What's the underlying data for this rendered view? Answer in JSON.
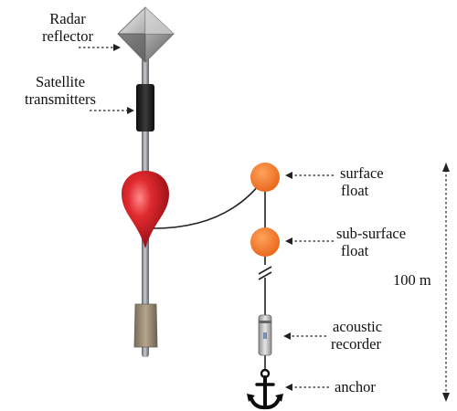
{
  "labels": {
    "radar_reflector": [
      "Radar",
      "reflector"
    ],
    "satellite_transmitters": [
      "Satellite",
      "transmitters"
    ],
    "surface_float": [
      "surface",
      "float"
    ],
    "subsurface_float": [
      "sub-surface",
      "float"
    ],
    "acoustic_recorder": [
      "acoustic",
      "recorder"
    ],
    "anchor": "anchor",
    "depth": "100 m"
  },
  "colors": {
    "pole": "#8a8f94",
    "red_buoy": "#d81f26",
    "orange_float": "#f47a22",
    "transmitter": "#1c1c1c",
    "counterweight": "#9c8f78",
    "anchor": "#0d0d0d",
    "mooring_line": "#222222"
  },
  "icons": {
    "reflector": "radar-reflector-icon",
    "anchor": "anchor-icon"
  }
}
